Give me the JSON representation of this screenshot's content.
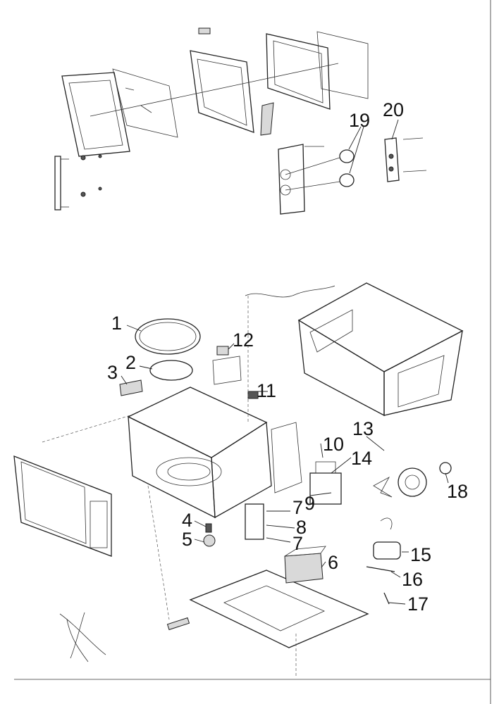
{
  "callouts": [
    {
      "id": "1",
      "text": "1"
    },
    {
      "id": "2",
      "text": "2"
    },
    {
      "id": "3",
      "text": "3"
    },
    {
      "id": "4",
      "text": "4"
    },
    {
      "id": "5",
      "text": "5"
    },
    {
      "id": "6",
      "text": "6"
    },
    {
      "id": "7a",
      "text": "7"
    },
    {
      "id": "7b",
      "text": "7"
    },
    {
      "id": "8",
      "text": "8"
    },
    {
      "id": "9",
      "text": "9"
    },
    {
      "id": "10",
      "text": "10"
    },
    {
      "id": "11",
      "text": "11"
    },
    {
      "id": "12",
      "text": "12"
    },
    {
      "id": "13",
      "text": "13"
    },
    {
      "id": "14",
      "text": "14"
    },
    {
      "id": "15",
      "text": "15"
    },
    {
      "id": "16",
      "text": "16"
    },
    {
      "id": "17",
      "text": "17"
    },
    {
      "id": "18",
      "text": "18"
    },
    {
      "id": "19",
      "text": "19"
    },
    {
      "id": "20",
      "text": "20"
    }
  ]
}
